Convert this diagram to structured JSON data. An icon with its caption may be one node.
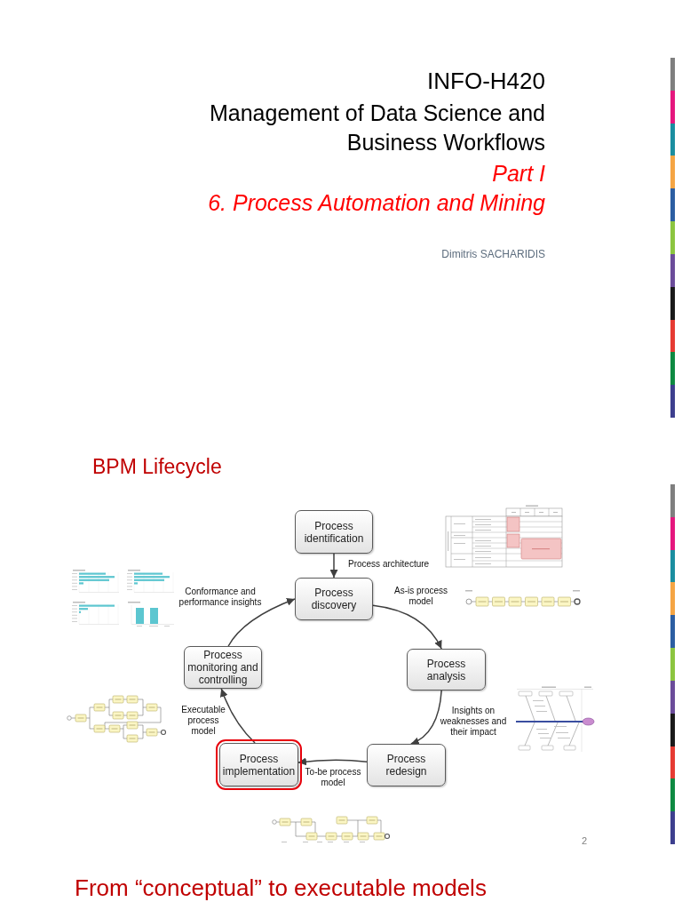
{
  "diagram": {
    "title": "BPM Lifecycle",
    "nodes": [
      {
        "text": [
          "Process identification"
        ]
      },
      {
        "text": [
          "Process discovery"
        ]
      },
      {
        "text": [
          "Process analysis"
        ]
      },
      {
        "text": [
          "Process redesign"
        ]
      },
      {
        "text": [
          "Process implementation"
        ]
      },
      {
        "text": [
          "Process monitoring and controlling"
        ]
      }
    ],
    "edges": [
      {
        "from": 0,
        "to": 1,
        "arrow": "to",
        "label": "Process architecture"
      },
      {
        "from": 1,
        "to": 2,
        "arrow": "to",
        "label": "As-is process model"
      },
      {
        "from": 2,
        "to": 3,
        "arrow": "to",
        "label": "Insights on weaknesses and their impact"
      },
      {
        "from": 3,
        "to": 4,
        "arrow": "to",
        "label": "To-be process model"
      },
      {
        "from": 4,
        "to": 5,
        "arrow": "to",
        "label": "Executable process model"
      },
      {
        "from": 5,
        "to": 1,
        "arrow": "to",
        "label": "Conformance and performance insights"
      }
    ],
    "labels": [
      "INFO-H420",
      "Management of Data Science and Business Workflows",
      "Part I",
      "6. Process Automation and Mining",
      "Dimitris SACHARIDIS",
      "2",
      "From “conceptual” to executable models"
    ]
  }
}
